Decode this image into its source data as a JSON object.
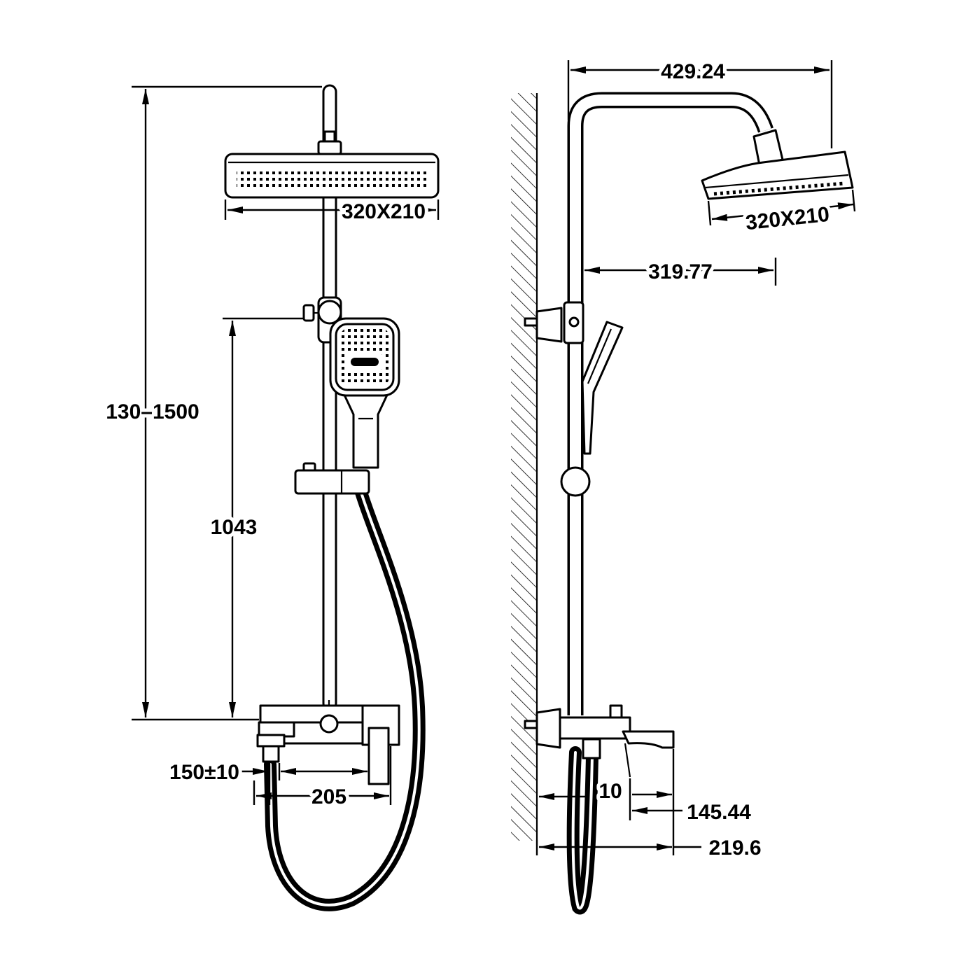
{
  "drawing": {
    "line_color": "#000000",
    "background_color": "#ffffff"
  },
  "front_view": {
    "rain_head_size": "320X210",
    "total_height_range": "130–1500",
    "holder_height": "1043",
    "inlet_centers": "150±10",
    "mixer_width": "205"
  },
  "side_view": {
    "arm_projection": "429.24",
    "head_offset": "319.77",
    "rain_head_size": "320X210",
    "wall_clearance": "10",
    "spout_reach": "145.44",
    "overall_depth": "219.6"
  }
}
